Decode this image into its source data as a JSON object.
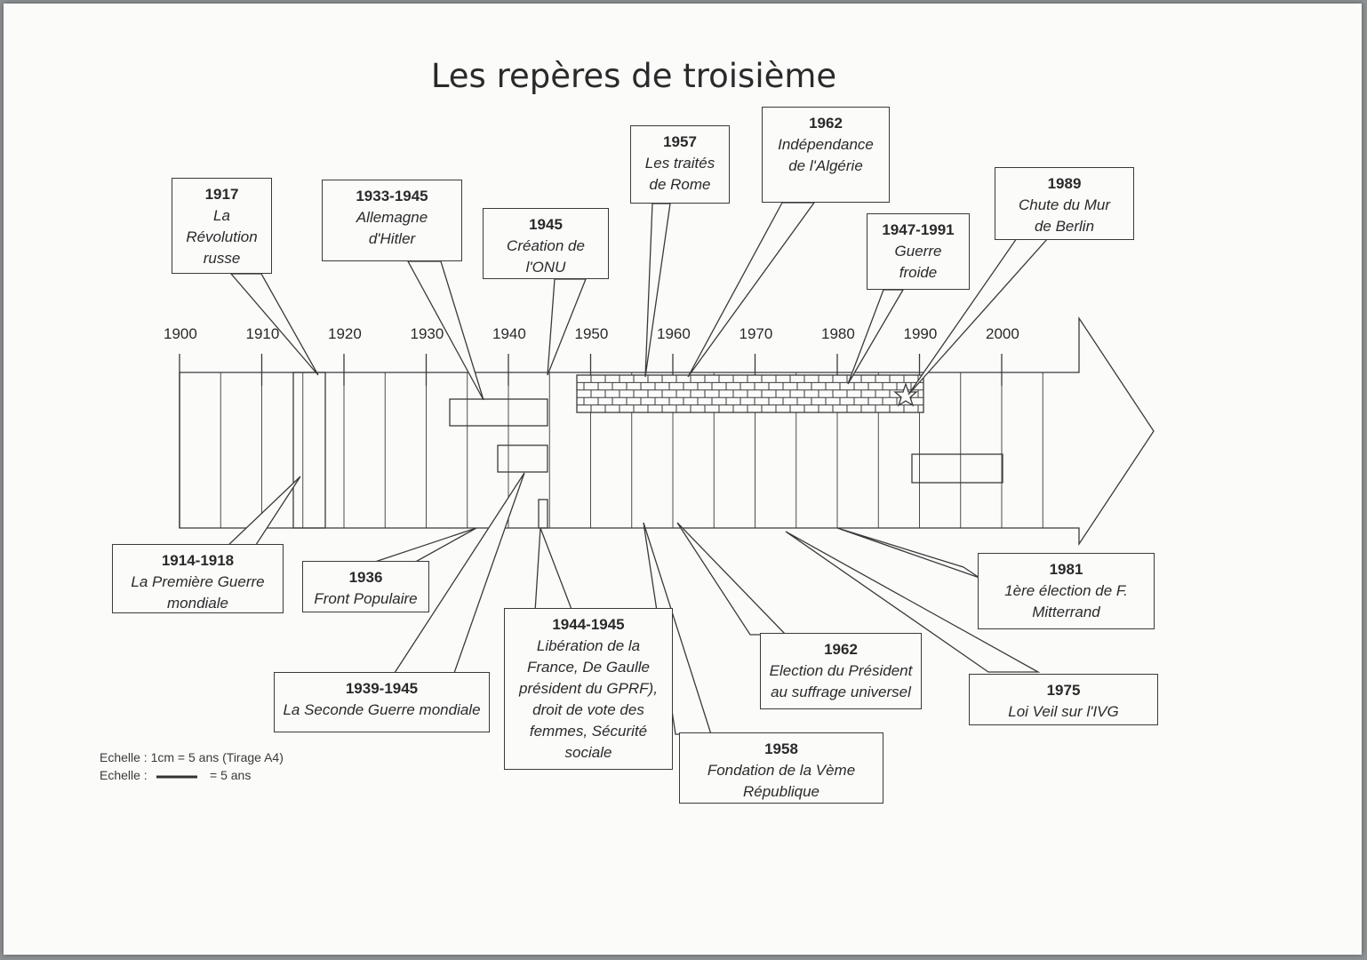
{
  "title": "Les repères de troisième",
  "years": [
    "1900",
    "1910",
    "1920",
    "1930",
    "1940",
    "1950",
    "1960",
    "1970",
    "1980",
    "1990",
    "2000"
  ],
  "events": {
    "e1917": {
      "year": "1917",
      "label": [
        "La",
        "Révolution",
        "russe"
      ]
    },
    "e1933": {
      "year": "1933-1945",
      "label": [
        "Allemagne",
        "d'Hitler"
      ]
    },
    "e1945": {
      "year": "1945",
      "label": [
        "Création de",
        "l'ONU"
      ]
    },
    "e1957": {
      "year": "1957",
      "label": [
        "Les traités",
        "de Rome"
      ]
    },
    "e1962a": {
      "year": "1962",
      "label": [
        "Indépendance",
        "de l'Algérie"
      ]
    },
    "e1947": {
      "year": "1947-1991",
      "label": [
        "Guerre",
        "froide"
      ]
    },
    "e1989": {
      "year": "1989",
      "label": [
        "Chute du Mur",
        "de Berlin"
      ]
    },
    "e1914": {
      "year": "1914-1918",
      "label": [
        "La Première Guerre",
        "mondiale"
      ]
    },
    "e1936": {
      "year": "1936",
      "label": [
        "Front Populaire"
      ]
    },
    "e1939": {
      "year": "1939-1945",
      "label": [
        "La Seconde Guerre mondiale"
      ]
    },
    "e1944": {
      "year": "1944-1945",
      "label": [
        "Libération de la",
        "France, De Gaulle",
        "président du GPRF),",
        "droit de vote des",
        "femmes, Sécurité",
        "sociale"
      ]
    },
    "e1958": {
      "year": "1958",
      "label": [
        "Fondation de la Vème",
        "République"
      ]
    },
    "e1962b": {
      "year": "1962",
      "label": [
        "Election du Président",
        "au suffrage universel"
      ]
    },
    "e1981": {
      "year": "1981",
      "label": [
        "1ère élection de F.",
        "Mitterrand"
      ]
    },
    "e1975": {
      "year": "1975",
      "label": [
        "Loi Veil sur l'IVG"
      ]
    }
  },
  "scale": {
    "line1": "Echelle : 1cm = 5 ans (Tirage A4)",
    "prefix": "Echelle :",
    "suffix": "= 5 ans"
  }
}
